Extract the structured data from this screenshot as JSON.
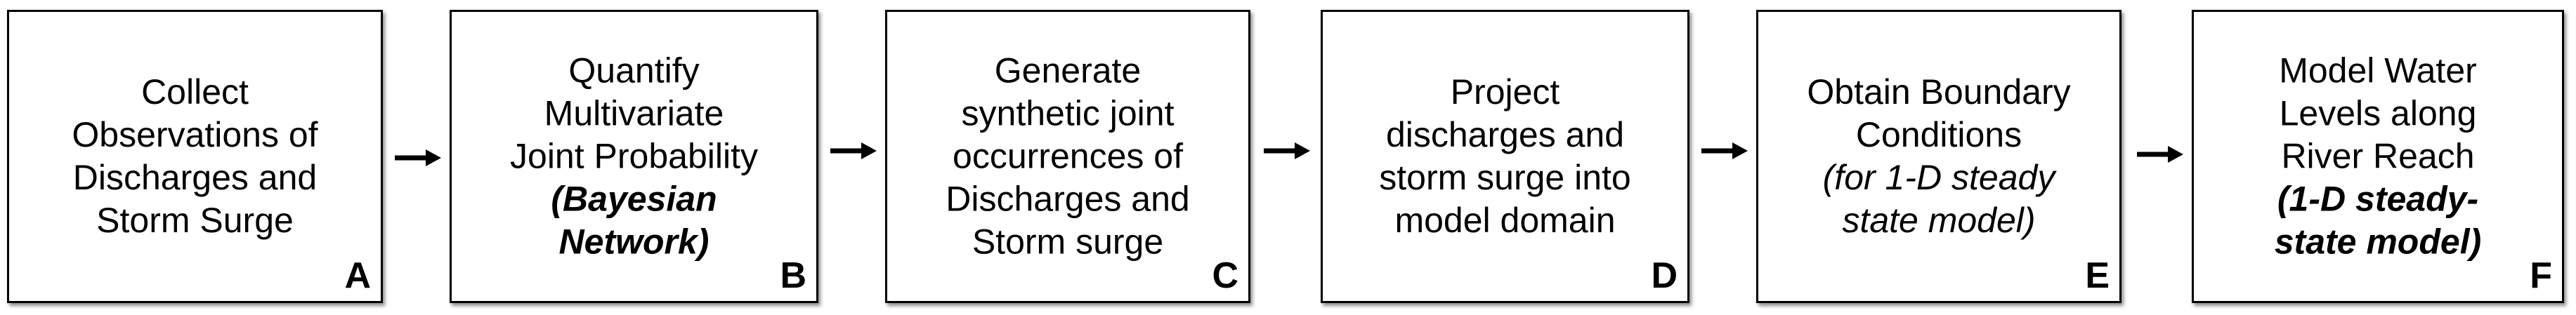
{
  "steps": [
    {
      "lines": [
        {
          "text": "Collect",
          "style": "normal"
        },
        {
          "text": "Observations of",
          "style": "normal"
        },
        {
          "text": "Discharges and",
          "style": "normal"
        },
        {
          "text": "Storm Surge",
          "style": "normal"
        }
      ],
      "letter": "A"
    },
    {
      "lines": [
        {
          "text": "Quantify",
          "style": "normal"
        },
        {
          "text": "Multivariate",
          "style": "normal"
        },
        {
          "text": "Joint Probability",
          "style": "normal"
        },
        {
          "text": "(Bayesian",
          "style": "bold-italic"
        },
        {
          "text": "Network)",
          "style": "bold-italic"
        }
      ],
      "letter": "B"
    },
    {
      "lines": [
        {
          "text": "Generate",
          "style": "normal"
        },
        {
          "text": "synthetic joint",
          "style": "normal"
        },
        {
          "text": "occurrences of",
          "style": "normal"
        },
        {
          "text": "Discharges and",
          "style": "normal"
        },
        {
          "text": "Storm surge",
          "style": "normal"
        }
      ],
      "letter": "C"
    },
    {
      "lines": [
        {
          "text": "Project",
          "style": "normal"
        },
        {
          "text": "discharges and",
          "style": "normal"
        },
        {
          "text": "storm surge into",
          "style": "normal"
        },
        {
          "text": "model domain",
          "style": "normal"
        }
      ],
      "letter": "D"
    },
    {
      "lines": [
        {
          "text": "Obtain Boundary",
          "style": "normal"
        },
        {
          "text": "Conditions",
          "style": "normal"
        },
        {
          "text": "(for 1-D steady",
          "style": "italic"
        },
        {
          "text": "state model)",
          "style": "italic"
        }
      ],
      "letter": "E"
    },
    {
      "lines": [
        {
          "text": "Model Water",
          "style": "normal"
        },
        {
          "text": "Levels along",
          "style": "normal"
        },
        {
          "text": "River Reach",
          "style": "normal"
        },
        {
          "text": "(1-D steady-",
          "style": "bold-italic"
        },
        {
          "text": "state model)",
          "style": "bold-italic"
        }
      ],
      "letter": "F"
    }
  ],
  "colors": {
    "border": "#000000",
    "arrow": "#000000",
    "background": "#ffffff"
  }
}
